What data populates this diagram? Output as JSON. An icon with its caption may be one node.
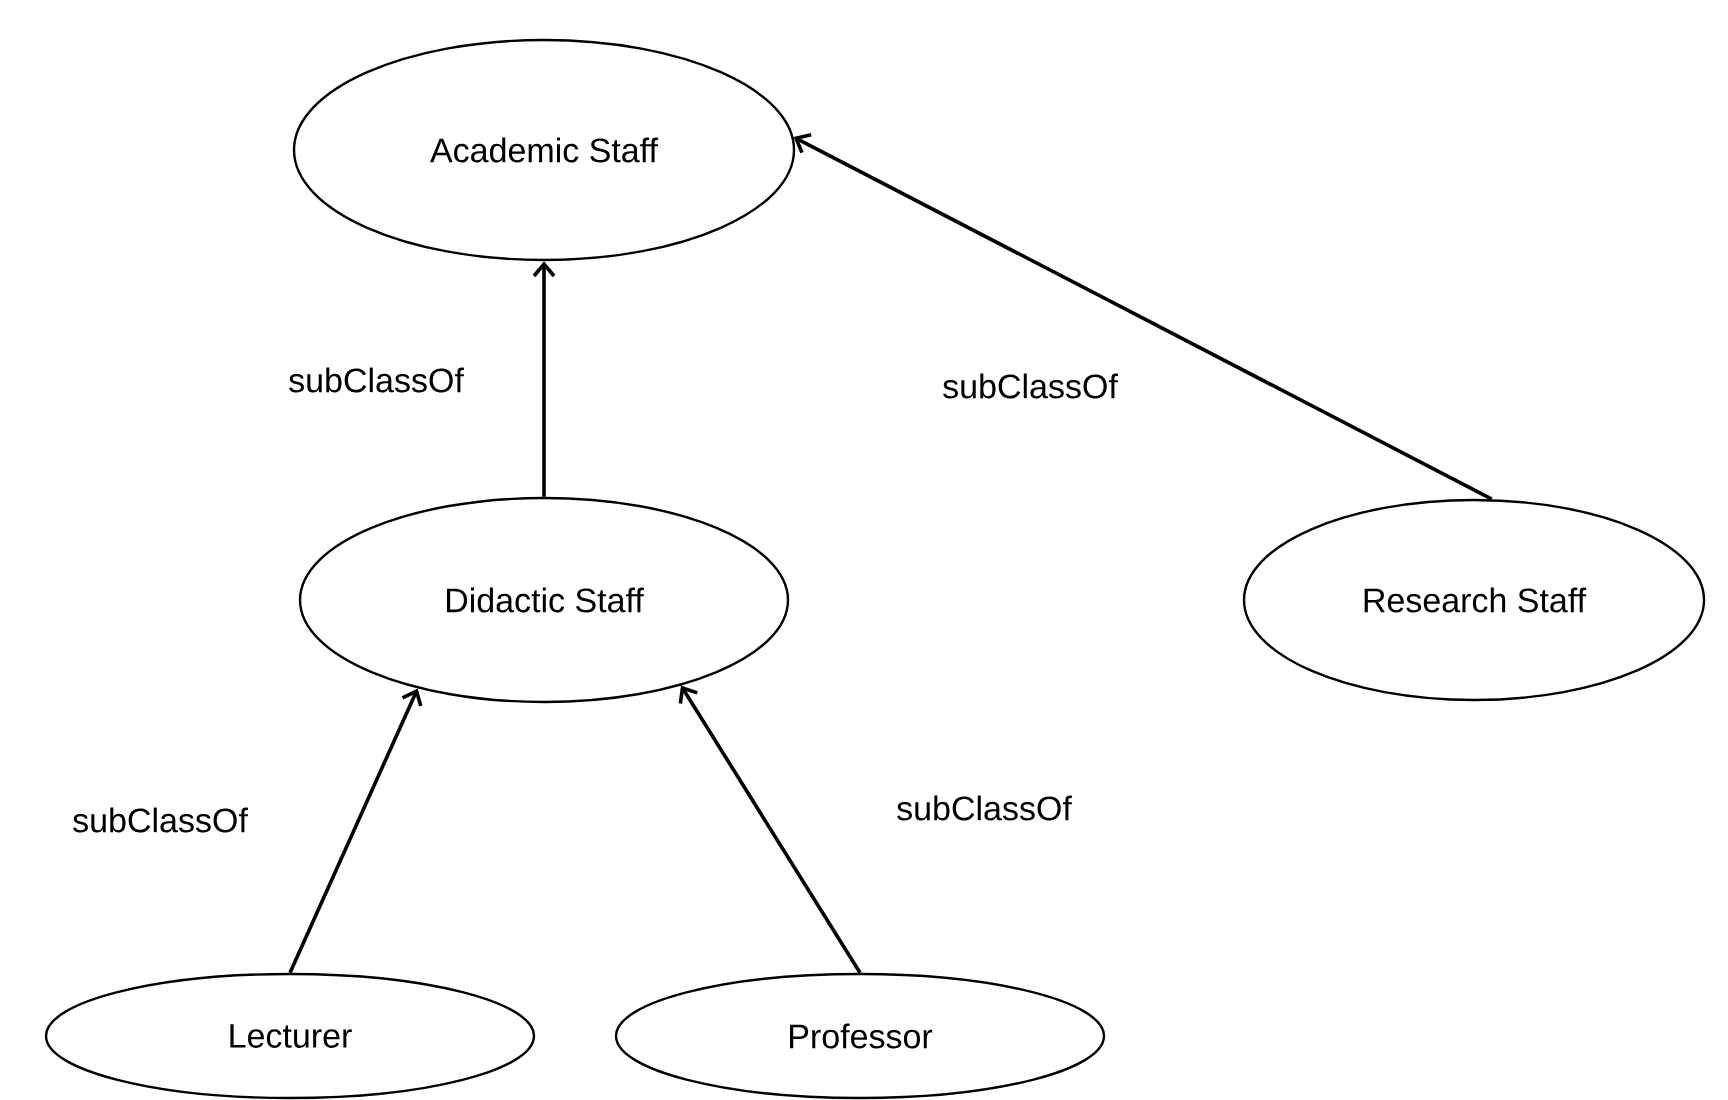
{
  "diagram": {
    "nodes": [
      {
        "text": [
          "Academic Staff"
        ]
      },
      {
        "text": [
          "Didactic Staff"
        ]
      },
      {
        "text": [
          "Research Staff"
        ]
      },
      {
        "text": [
          "Lecturer"
        ]
      },
      {
        "text": [
          "Professor"
        ]
      }
    ],
    "edges": [
      {
        "from": 1,
        "to": 0,
        "arrow": "to",
        "label": "subClassOf"
      },
      {
        "from": 2,
        "to": 0,
        "arrow": "to",
        "label": "subClassOf"
      },
      {
        "from": 3,
        "to": 1,
        "arrow": "to",
        "label": "subClassOf"
      },
      {
        "from": 4,
        "to": 1,
        "arrow": "to",
        "label": "subClassOf"
      }
    ]
  }
}
